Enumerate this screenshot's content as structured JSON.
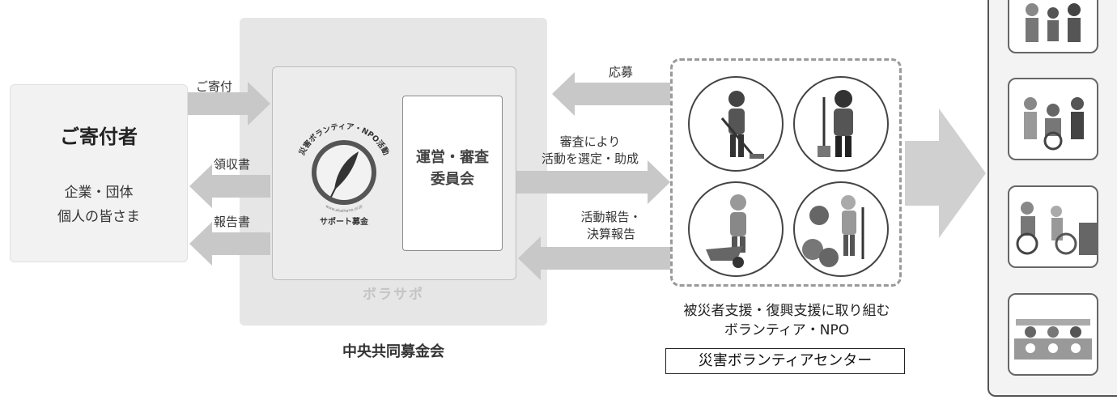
{
  "donor": {
    "title": "ご寄付者",
    "line1": "企業・団体",
    "line2": "個人の皆さま"
  },
  "flows": {
    "donation": "ご寄付",
    "receipt": "領収書",
    "report_doc": "報告書",
    "apply": "応募",
    "select_line1": "審査により",
    "select_line2": "活動を選定・助成",
    "activity_line1": "活動報告・",
    "activity_line2": "決算報告"
  },
  "logo": {
    "arc_top": "災害ボランティア・NPO活動",
    "arc_bottom": "サポート募金",
    "url": "www.akaihane.or.jp"
  },
  "committee": {
    "line1": "運営・審査",
    "line2": "委員会"
  },
  "bora_label": "ボラサポ",
  "central_label": "中央共同募金会",
  "npo": {
    "line1": "被災者支援・復興支援に取り組む",
    "line2": "ボランティア・NPO",
    "center_label": "災害ボランティアセンター"
  }
}
